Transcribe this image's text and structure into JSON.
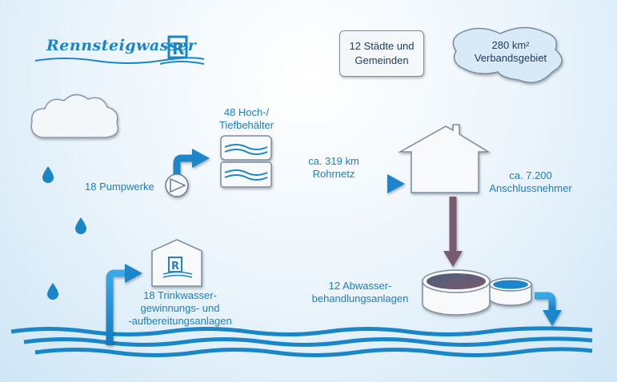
{
  "logo": {
    "text": "Rennsteigwasser",
    "icon": "R-wave-logo"
  },
  "info": {
    "cities_line1": "12 Städte und",
    "cities_line2": "Gemeinden",
    "area_line1": "280 km²",
    "area_line2": "Verbandsgebiet"
  },
  "labels": {
    "pumps": "18 Pumpwerke",
    "tanks_line1": "48 Hoch-/",
    "tanks_line2": "Tiefbehälter",
    "network_line1": "ca. 319 km",
    "network_line2": "Rohrnetz",
    "customers_line1": "ca. 7.200",
    "customers_line2": "Anschlussnehmer",
    "treatment_line1": "18 Trinkwasser-",
    "treatment_line2": "gewinnungs- und",
    "treatment_line3": "-aufbereitungsanlagen",
    "sewage_line1": "12 Abwasser-",
    "sewage_line2": "behandlungsanlagen"
  },
  "colors": {
    "water": "#1a86c8",
    "sewage": "#7a5a6e",
    "text": "#1b7fbf"
  }
}
